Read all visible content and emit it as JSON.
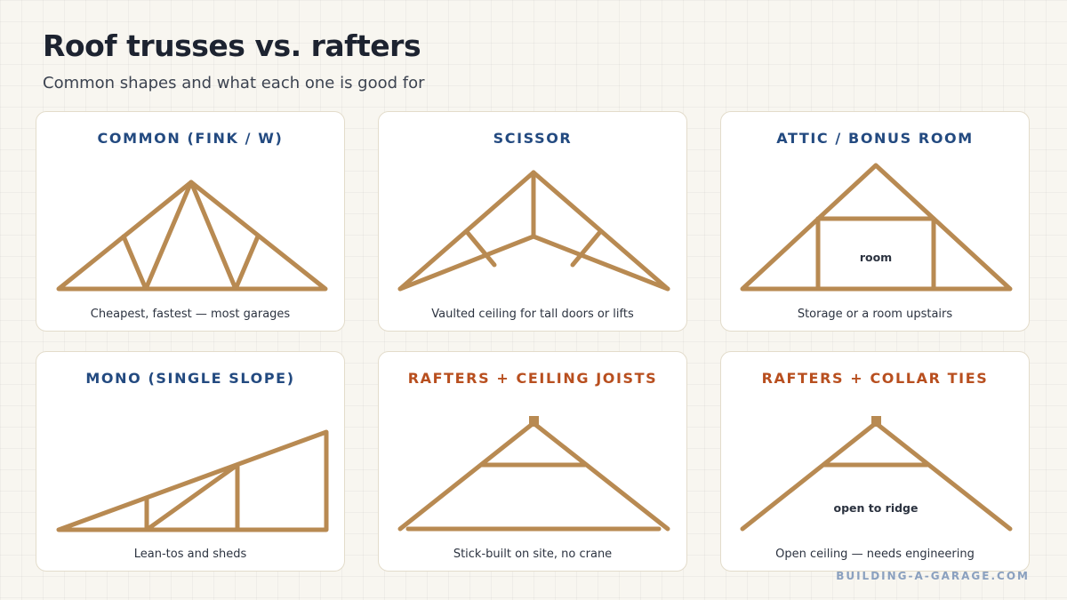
{
  "title": "Roof trusses vs. rafters",
  "subtitle": "Common shapes and what each one is good for",
  "footer": "BUILDING-A-GARAGE.COM",
  "colors": {
    "truss_title": "#234a80",
    "rafter_title": "#b84f1f",
    "member": "#b88a52"
  },
  "cards": [
    {
      "title": "COMMON (FINK / W)",
      "caption": "Cheapest, fastest — most garages"
    },
    {
      "title": "SCISSOR",
      "caption": "Vaulted ceiling for tall doors or lifts"
    },
    {
      "title": "ATTIC / BONUS ROOM",
      "caption": "Storage or a room upstairs",
      "inner_label": "room"
    },
    {
      "title": "MONO (SINGLE SLOPE)",
      "caption": "Lean-tos and sheds"
    },
    {
      "title": "RAFTERS + CEILING JOISTS",
      "caption": "Stick-built on site, no crane"
    },
    {
      "title": "RAFTERS + COLLAR TIES",
      "caption": "Open ceiling — needs engineering",
      "inner_label": "open to ridge"
    }
  ]
}
